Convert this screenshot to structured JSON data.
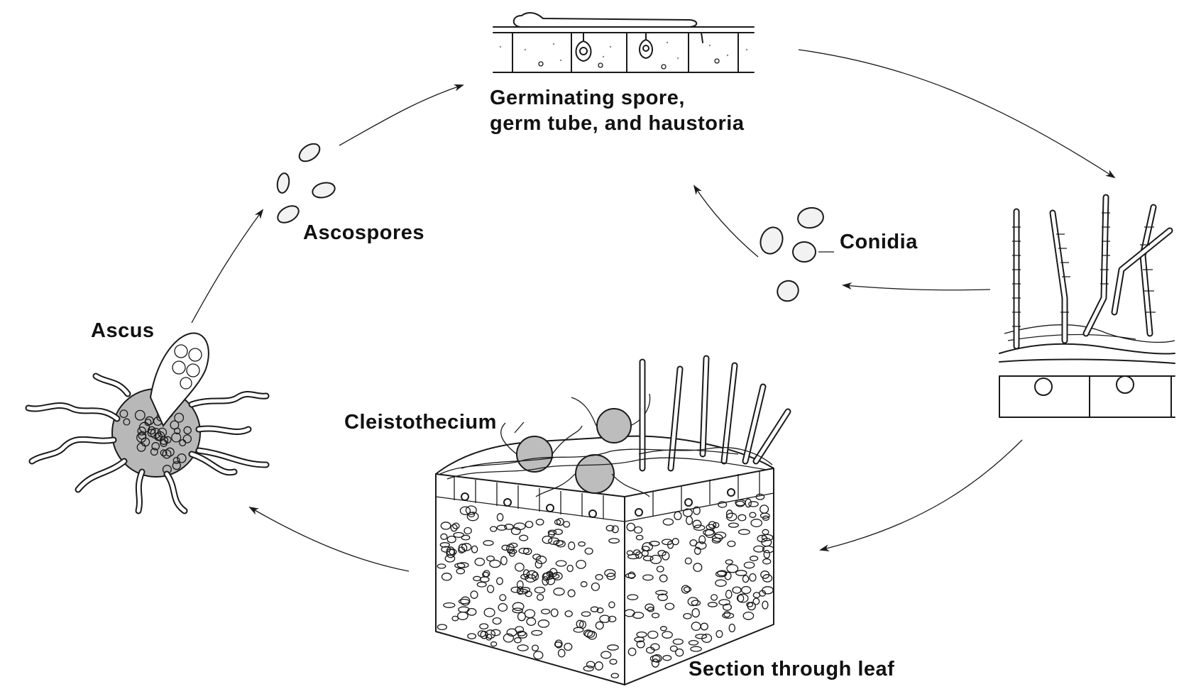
{
  "labels": {
    "germinating_line1": "Germinating spore,",
    "germinating_line2": "germ tube, and haustoria",
    "ascospores": "Ascospores",
    "conidia": "Conidia",
    "ascus": "Ascus",
    "cleistothecium": "Cleistothecium",
    "section": "Section through leaf"
  },
  "colors": {
    "ink": "#1a1a1a",
    "background": "#ffffff"
  }
}
